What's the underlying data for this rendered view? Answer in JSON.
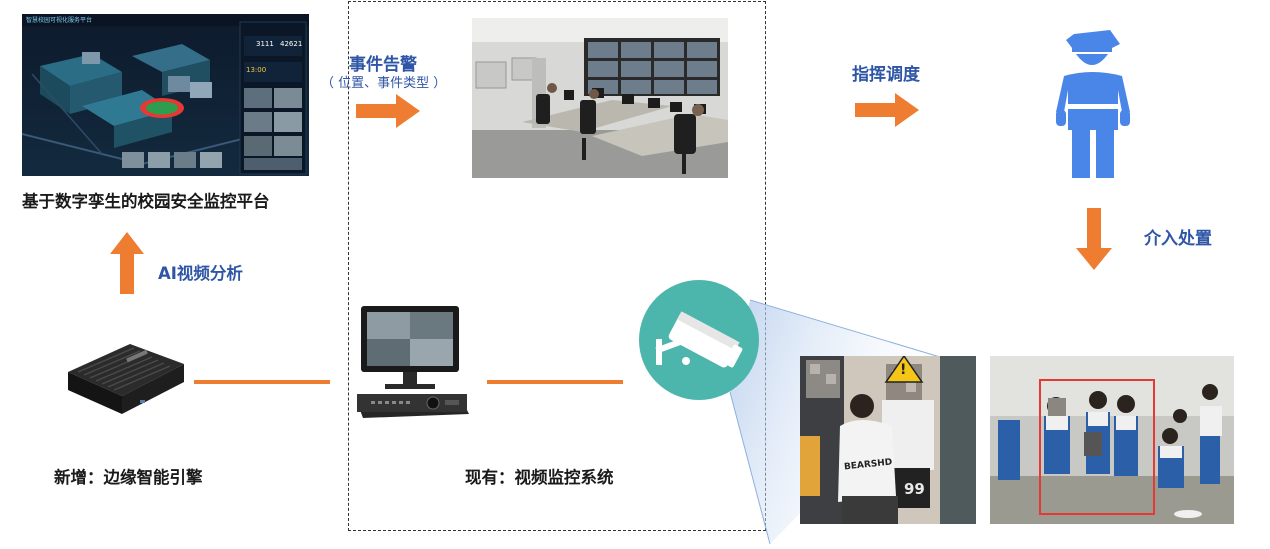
{
  "platform": {
    "title": "基于数字孪生的校园安全监控平台",
    "screen_header": "智慧校园可视化服务平台",
    "stat_a": "3111",
    "stat_b": "42621",
    "stat_c": "13:00"
  },
  "ai_analysis": {
    "label": "AI视频分析"
  },
  "edge_engine": {
    "label": "新增：边缘智能引擎"
  },
  "event_alarm": {
    "title": "事件告警",
    "subtitle": "（ 位置、事件类型 ）"
  },
  "existing_system": {
    "label": "现有：视频监控系统"
  },
  "command": {
    "label": "指挥调度"
  },
  "intervention": {
    "label": "介入处置"
  },
  "photo_left": {
    "shirt_text": "BEARSHD",
    "jersey_number": "99",
    "warning_symbol": "!"
  },
  "colors": {
    "arrow": "#ee7d31",
    "label_blue": "#2f56a6",
    "police_blue": "#4a86e8",
    "camera_teal": "#4db6ac",
    "detect_box": "#e53935"
  }
}
